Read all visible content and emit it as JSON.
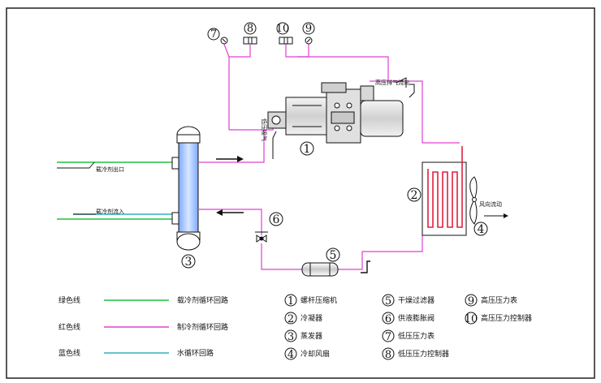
{
  "labels": {
    "carrier_out": "载冷剂出口",
    "carrier_in": "载冷剂流入",
    "suction": "低压吸气",
    "discharge": "高压排气流向",
    "air_flow": "风向流动"
  },
  "callouts": {
    "c1": "1",
    "c2": "2",
    "c3": "3",
    "c4": "4",
    "c5": "5",
    "c6": "6",
    "c7": "7",
    "c8": "8",
    "c9": "9",
    "c10": "10"
  },
  "legend_lines": [
    {
      "name": "绿色线",
      "desc": "载冷剂循环回路",
      "color": "#20c040"
    },
    {
      "name": "红色线",
      "desc": "制冷剂循环回路",
      "color": "#e040d0"
    },
    {
      "name": "蓝色线",
      "desc": "水循环回路",
      "color": "#30b0c0"
    }
  ],
  "components": [
    {
      "num": "1",
      "label": "螺杆压缩机"
    },
    {
      "num": "2",
      "label": "冷凝器"
    },
    {
      "num": "3",
      "label": "蒸发器"
    },
    {
      "num": "4",
      "label": "冷却风扇"
    },
    {
      "num": "5",
      "label": "干燥过滤器"
    },
    {
      "num": "6",
      "label": "供液膨胀阀"
    },
    {
      "num": "7",
      "label": "低压压力表"
    },
    {
      "num": "8",
      "label": "低压压力控制器"
    },
    {
      "num": "9",
      "label": "高压压力表"
    },
    {
      "num": "10",
      "label": "高压压力控制器"
    }
  ],
  "colors": {
    "refrigerant": "#e040d0",
    "carrier": "#20c040",
    "water": "#30b0c0",
    "evaporator_fill": "#a8c8ff",
    "condenser_coil": "#e02040"
  }
}
